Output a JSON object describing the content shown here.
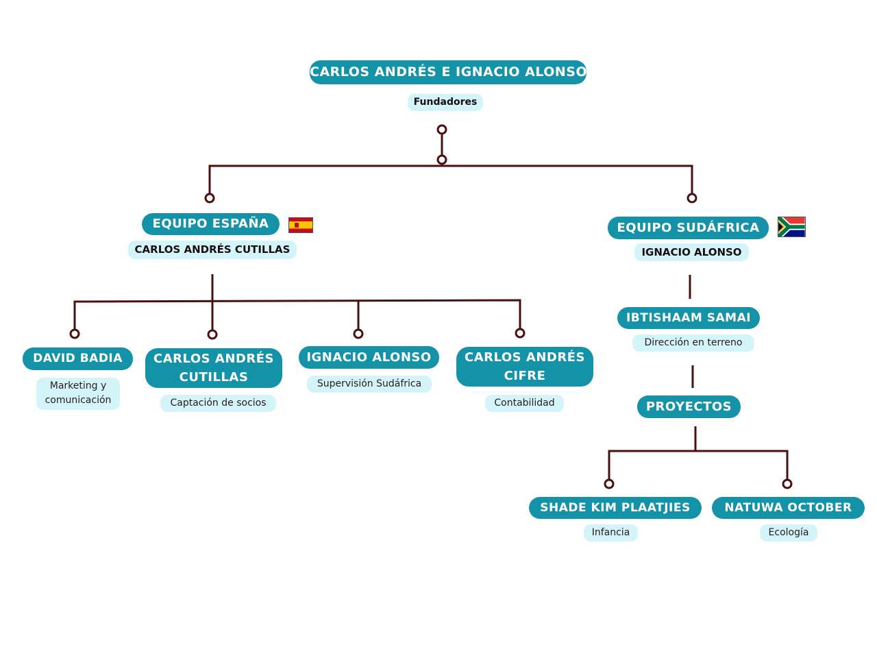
{
  "colors": {
    "node": "#1492a8",
    "role": "#d3f5fa",
    "line": "#4a0f0f"
  },
  "root": {
    "name": "CARLOS ANDRÉS E IGNACIO ALONSO",
    "role": "Fundadores"
  },
  "spain": {
    "name": "EQUIPO ESPAÑA",
    "lead": "CARLOS ANDRÉS CUTILLAS",
    "flag_icon": "spain-flag"
  },
  "south_africa": {
    "name": "EQUIPO SUDÁFRICA",
    "lead": "IGNACIO ALONSO",
    "flag_icon": "south-africa-flag"
  },
  "spain_members": [
    {
      "name": "DAVID BADIA",
      "role": "Marketing y comunicación"
    },
    {
      "name": "CARLOS ANDRÉS CUTILLAS",
      "role": "Captación de socios"
    },
    {
      "name": "IGNACIO ALONSO",
      "role": "Supervisión Sudáfrica"
    },
    {
      "name": "CARLOS ANDRÉS CIFRE",
      "role": "Contabilidad"
    }
  ],
  "field": {
    "name": "IBTISHAAM SAMAI",
    "role": "Dirección en terreno"
  },
  "projects": {
    "name": "PROYECTOS"
  },
  "project_members": [
    {
      "name": "SHADE KIM PLAATJIES",
      "role": "Infancia"
    },
    {
      "name": "NATUWA OCTOBER",
      "role": "Ecología"
    }
  ]
}
